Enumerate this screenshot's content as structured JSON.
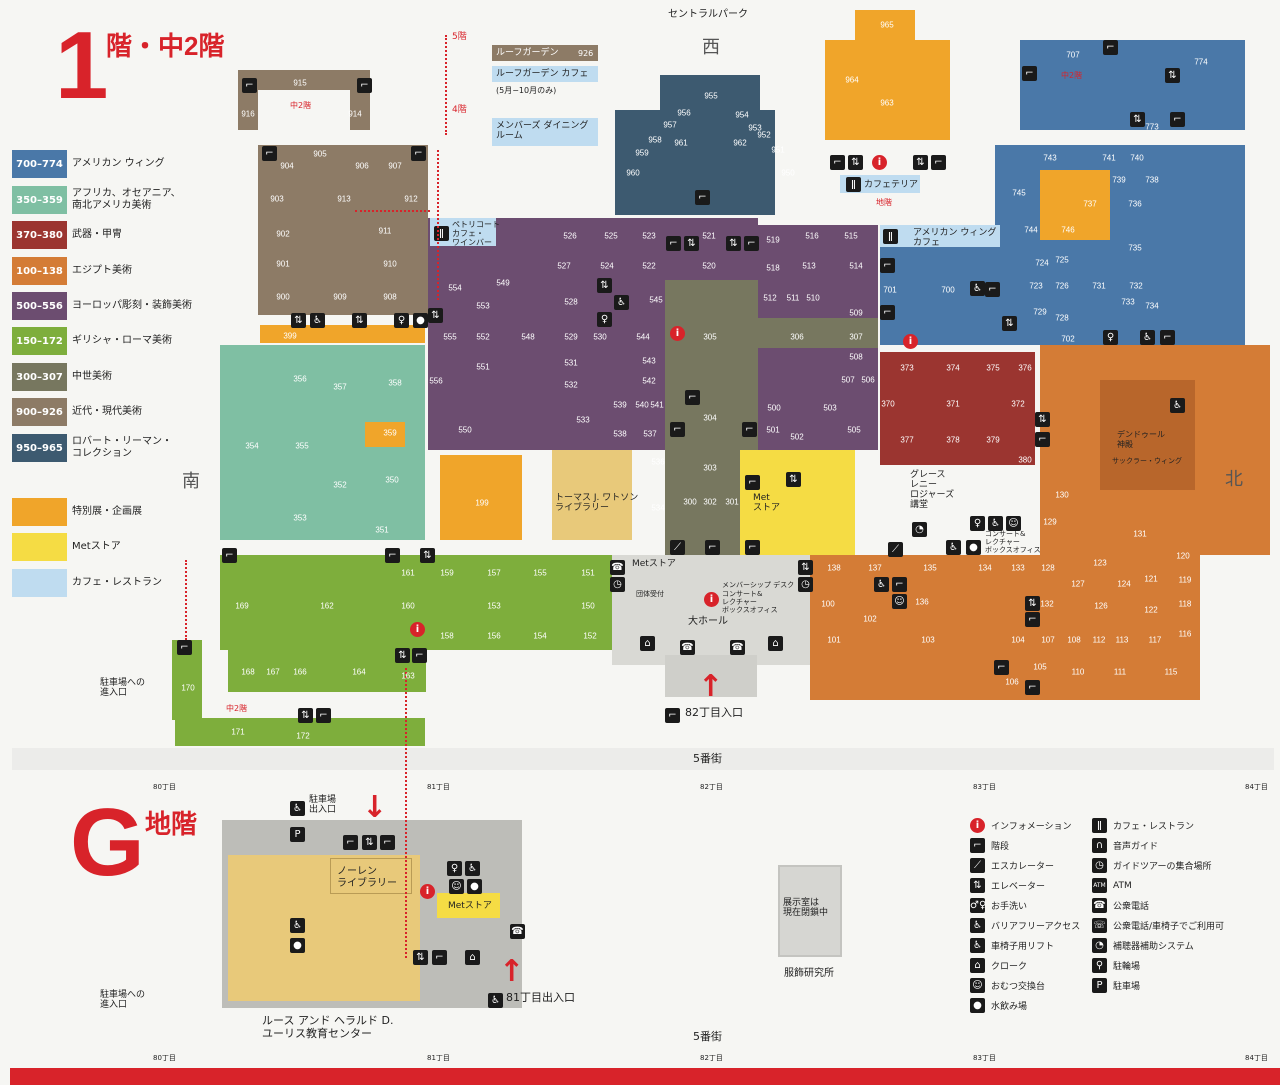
{
  "floor1": {
    "number": "1",
    "title": "階・中2階"
  },
  "floorG": {
    "number": "G",
    "title": "地階"
  },
  "legend_departments": [
    {
      "range": "700–774",
      "name": "アメリカン ウィング",
      "color": "#4a78a8"
    },
    {
      "range": "350–359",
      "name": "アフリカ、オセアニア、\n南北アメリカ美術",
      "color": "#7fbfa3"
    },
    {
      "range": "370–380",
      "name": "武器・甲冑",
      "color": "#9b3530"
    },
    {
      "range": "100–138",
      "name": "エジプト美術",
      "color": "#d47c36"
    },
    {
      "range": "500–556",
      "name": "ヨーロッパ彫刻・装飾美術",
      "color": "#6c4d70"
    },
    {
      "range": "150–172",
      "name": "ギリシャ・ローマ美術",
      "color": "#7eae3c"
    },
    {
      "range": "300–307",
      "name": "中世美術",
      "color": "#77775f"
    },
    {
      "range": "900–926",
      "name": "近代・現代美術",
      "color": "#8d7b66"
    },
    {
      "range": "950–965",
      "name": "ロバート・リーマン・\nコレクション",
      "color": "#3d5a70"
    }
  ],
  "legend_other": [
    {
      "name": "特別展・企画展",
      "color": "#f0a52a"
    },
    {
      "name": "Metストア",
      "color": "#f5dc44"
    },
    {
      "name": "カフェ・レストラン",
      "color": "#bfdcf0"
    }
  ],
  "compass": {
    "top": "セントラルパーク",
    "west": "西",
    "south": "南",
    "north": "北"
  },
  "upper": {
    "f5": "5階",
    "roof_garden": "ルーフガーデン",
    "roof_room": "926",
    "roof_cafe": "ルーフガーデン カフェ",
    "roof_note": "(5月−10月のみ)",
    "f4": "4階",
    "members": "メンバーズ ダイニング\nルーム"
  },
  "labels": {
    "mezz": "中2階",
    "petrie": "ペトリコート\nカフェ・\nワインバー",
    "cafeteria": "カフェテリア",
    "basement": "地階",
    "american_cafe": "アメリカン ウィング\nカフェ",
    "dendur": "デンドゥール\n神殿",
    "sackler": "サックラー・ウィング",
    "grace": "グレース\nレニー\nロジャーズ\n講堂",
    "concert": "コンサート&\nレクチャー\nボックスオフィス",
    "watson": "トーマス J. ワトソン\nライブラリー",
    "met_store": "Met\nストア",
    "met_store2": "Metストア",
    "group": "団体受付",
    "membership": "メンバーシップ デスク",
    "concert2": "コンサート&\nレクチャー\nボックスオフィス",
    "great_hall": "大ホール",
    "entrance82": "82丁目入口",
    "parking_entrance": "駐車場への\n進入口",
    "street": "5番街",
    "streets": [
      "80丁目",
      "81丁目",
      "82丁目",
      "83丁目",
      "84丁目"
    ]
  },
  "ground": {
    "parking_exit": "駐車場\n出入口",
    "nolen": "ノーレン\nライブラリー",
    "met_store": "Metストア",
    "closed": "展示室は\n現在閉鎖中",
    "costume": "服飾研究所",
    "entrance81": "81丁目出入口",
    "uris": "ルース アンド ヘラルド D.\nユーリス教育センター",
    "parking_entrance": "駐車場への\n進入口",
    "street": "5番街"
  },
  "legend_icons": [
    {
      "icon": "info",
      "glyph": "i",
      "label": "インフォメーション"
    },
    {
      "icon": "stairs",
      "glyph": "⌐",
      "label": "階段"
    },
    {
      "icon": "escalator",
      "glyph": "⟋",
      "label": "エスカレーター"
    },
    {
      "icon": "elevator",
      "glyph": "⇅",
      "label": "エレベーター"
    },
    {
      "icon": "restroom",
      "glyph": "♂♀",
      "label": "お手洗い"
    },
    {
      "icon": "wheelchair",
      "glyph": "♿",
      "label": "バリアフリーアクセス"
    },
    {
      "icon": "wheelchair-lift",
      "glyph": "♿",
      "label": "車椅子用リフト"
    },
    {
      "icon": "coat-check",
      "glyph": "⌂",
      "label": "クローク"
    },
    {
      "icon": "baby-change",
      "glyph": "☺",
      "label": "おむつ交換台"
    },
    {
      "icon": "water",
      "glyph": "●",
      "label": "水飲み場"
    },
    {
      "icon": "cafe",
      "glyph": "ǁ",
      "label": "カフェ・レストラン"
    },
    {
      "icon": "audio-guide",
      "glyph": "∩",
      "label": "音声ガイド"
    },
    {
      "icon": "tour-meeting",
      "glyph": "◷",
      "label": "ガイドツアーの集合場所"
    },
    {
      "icon": "atm",
      "glyph": "ATM",
      "label": "ATM"
    },
    {
      "icon": "phone",
      "glyph": "☎",
      "label": "公衆電話"
    },
    {
      "icon": "phone-accessible",
      "glyph": "☏",
      "label": "公衆電話/車椅子でご利用可"
    },
    {
      "icon": "hearing",
      "glyph": "◔",
      "label": "補聴器補助システム"
    },
    {
      "icon": "bicycle",
      "glyph": "⚲",
      "label": "駐輪場"
    },
    {
      "icon": "parking",
      "glyph": "P",
      "label": "駐車場"
    }
  ],
  "rooms": [
    "915",
    "916",
    "914",
    "904",
    "905",
    "906",
    "907",
    "903",
    "913",
    "912",
    "902",
    "911",
    "901",
    "910",
    "900",
    "909",
    "908",
    "399",
    "356",
    "357",
    "358",
    "354",
    "355",
    "359",
    "352",
    "350",
    "353",
    "351",
    "199",
    "554",
    "553",
    "549",
    "555",
    "552",
    "548",
    "551",
    "556",
    "550",
    "526",
    "525",
    "523",
    "527",
    "524",
    "522",
    "528",
    "545",
    "529",
    "530",
    "544",
    "531",
    "543",
    "532",
    "542",
    "539",
    "540",
    "541",
    "533",
    "538",
    "537",
    "536",
    "534",
    "521",
    "520",
    "519",
    "516",
    "515",
    "518",
    "513",
    "514",
    "512",
    "511",
    "510",
    "509",
    "305",
    "306",
    "307",
    "508",
    "507",
    "506",
    "500",
    "503",
    "501",
    "502",
    "505",
    "304",
    "303",
    "300",
    "302",
    "301",
    "373",
    "374",
    "375",
    "376",
    "370",
    "371",
    "372",
    "377",
    "378",
    "379",
    "380",
    "955",
    "956",
    "954",
    "957",
    "953",
    "958",
    "961",
    "962",
    "952",
    "959",
    "951",
    "960",
    "950",
    "965",
    "964",
    "963",
    "707",
    "774",
    "773",
    "743",
    "741",
    "740",
    "739",
    "738",
    "745",
    "737",
    "736",
    "744",
    "746",
    "735",
    "724",
    "725",
    "701",
    "700",
    "723",
    "726",
    "731",
    "732",
    "733",
    "734",
    "729",
    "728",
    "702",
    "130",
    "131",
    "129",
    "138",
    "137",
    "135",
    "134",
    "133",
    "128",
    "123",
    "120",
    "127",
    "124",
    "121",
    "119",
    "100",
    "136",
    "132",
    "126",
    "122",
    "118",
    "102",
    "101",
    "103",
    "104",
    "107",
    "108",
    "112",
    "113",
    "117",
    "116",
    "105",
    "110",
    "111",
    "115",
    "106",
    "161",
    "159",
    "157",
    "155",
    "151",
    "169",
    "162",
    "160",
    "153",
    "150",
    "158",
    "156",
    "154",
    "152",
    "168",
    "167",
    "166",
    "164",
    "163",
    "170",
    "171",
    "172"
  ]
}
